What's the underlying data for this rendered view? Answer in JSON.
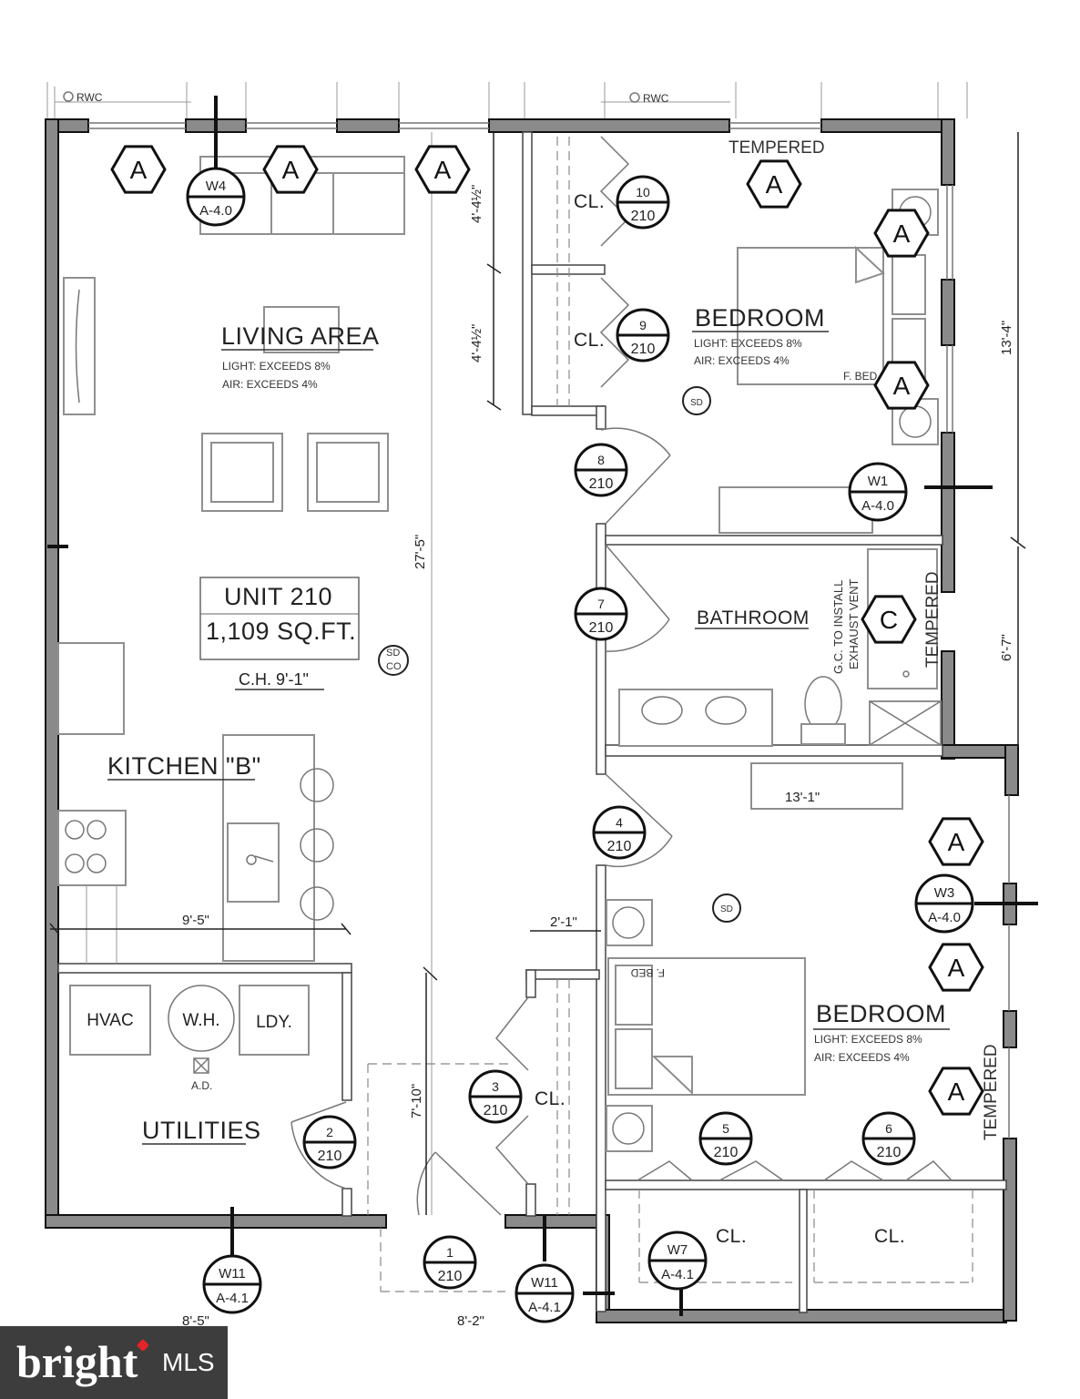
{
  "rooms": {
    "living": {
      "name": "LIVING AREA",
      "light": "LIGHT: EXCEEDS 8%",
      "air": "AIR: EXCEEDS 4%"
    },
    "unit": {
      "name": "UNIT 210",
      "area": "1,109 SQ.FT.",
      "ceiling": "C.H. 9'-1\""
    },
    "kitchen": {
      "name": "KITCHEN \"B\""
    },
    "utilities": {
      "name": "UTILITIES",
      "hvac": "HVAC",
      "wh": "W.H.",
      "ldy": "LDY.",
      "ad": "A.D."
    },
    "bedroom1": {
      "name": "BEDROOM",
      "light": "LIGHT: EXCEEDS 8%",
      "air": "AIR: EXCEEDS 4%",
      "bed": "F. BED"
    },
    "bedroom2": {
      "name": "BEDROOM",
      "light": "LIGHT: EXCEEDS 8%",
      "air": "AIR: EXCEEDS 4%",
      "bed": "F. BED"
    },
    "bathroom": {
      "name": "BATHROOM",
      "vent1": "G.C. TO INSTALL",
      "vent2": "EXHAUST VENT"
    },
    "closet": "CL."
  },
  "labels": {
    "rwc": "RWC",
    "tempered": "TEMPERED",
    "sd": "SD",
    "co": "CO",
    "window_a": "A",
    "window_c": "C"
  },
  "dimensions": {
    "d1": "4'-4½\"",
    "d2": "4'-4½\"",
    "d3": "27'-5\"",
    "d4": "13'-4\"",
    "d5": "6'-7\"",
    "d6": "13'-1\"",
    "d7": "9'-5\"",
    "d8": "2'-1\"",
    "d9": "7'-10\"",
    "d10": "8'-5\"",
    "d11": "8'-2\""
  },
  "doors": [
    {
      "num": "1",
      "unit": "210"
    },
    {
      "num": "2",
      "unit": "210"
    },
    {
      "num": "3",
      "unit": "210"
    },
    {
      "num": "4",
      "unit": "210"
    },
    {
      "num": "5",
      "unit": "210"
    },
    {
      "num": "6",
      "unit": "210"
    },
    {
      "num": "7",
      "unit": "210"
    },
    {
      "num": "8",
      "unit": "210"
    },
    {
      "num": "9",
      "unit": "210"
    },
    {
      "num": "10",
      "unit": "210"
    }
  ],
  "sections": {
    "w4": {
      "id": "W4",
      "sheet": "A-4.0"
    },
    "w1": {
      "id": "W1",
      "sheet": "A-4.0"
    },
    "w3": {
      "id": "W3",
      "sheet": "A-4.0"
    },
    "w11a": {
      "id": "W11",
      "sheet": "A-4.1"
    },
    "w11b": {
      "id": "W11",
      "sheet": "A-4.1"
    },
    "w7": {
      "id": "W7",
      "sheet": "A-4.1"
    }
  },
  "watermark": {
    "brand": "bright",
    "suffix": "MLS"
  }
}
